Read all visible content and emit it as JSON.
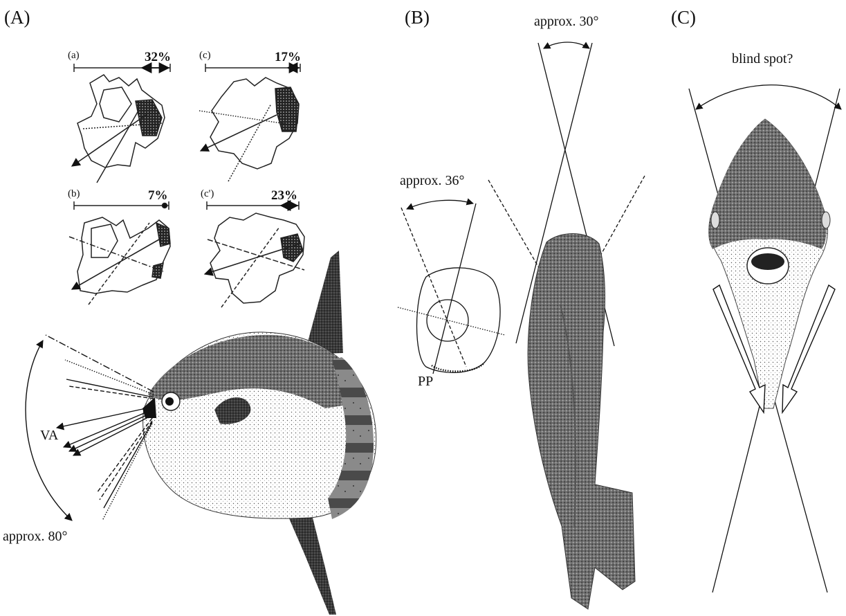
{
  "panels": {
    "a": {
      "letter": "(A)",
      "sublabels": [
        "(a)",
        "(c)",
        "(b)",
        "(c')"
      ],
      "percentages": [
        "32%",
        "17%",
        "7%",
        "23%"
      ],
      "label_va": "VA",
      "angle_label": "approx. 80°"
    },
    "b": {
      "letter": "(B)",
      "angle_top": "approx. 30°",
      "angle_left": "approx. 36°",
      "label_pp": "PP"
    },
    "c": {
      "letter": "(C)",
      "caption": "blind spot?"
    }
  }
}
